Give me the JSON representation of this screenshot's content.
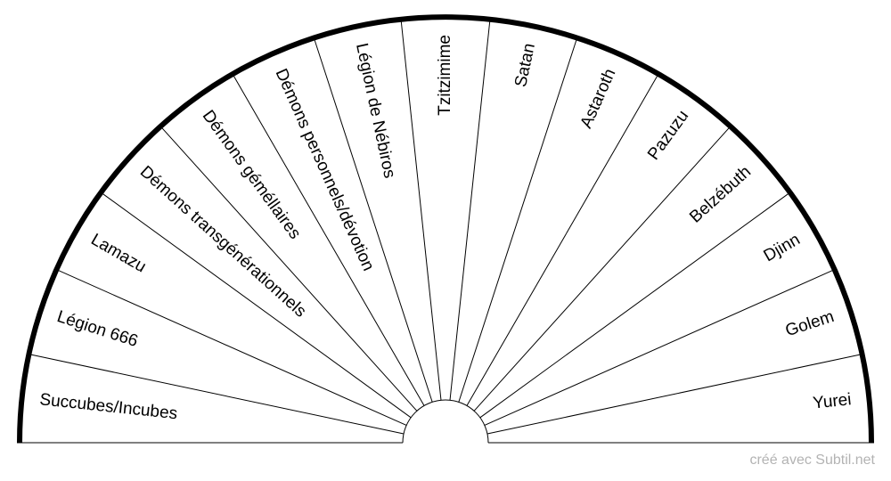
{
  "dial": {
    "sectors": [
      "Succubes/Incubes",
      "Légion 666",
      "Lamazu",
      "Démons transgénérationnels",
      "Démons géméllaires",
      "Démons personnels/dévotion",
      "Légion de Nébiros",
      "Tzitzimime",
      "Satan",
      "Astaroth",
      "Pazuzu",
      "Belzébuth",
      "Djinn",
      "Golem",
      "Yurei"
    ]
  },
  "footer": {
    "credit": "créé avec Subtil.net"
  }
}
